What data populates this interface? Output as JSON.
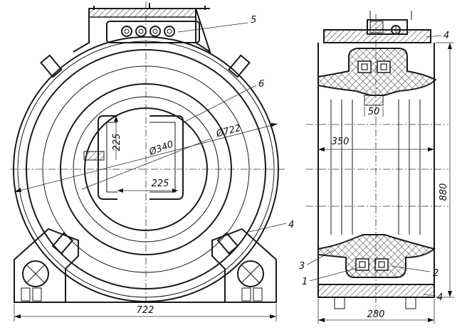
{
  "drawing": {
    "front_view": {
      "callouts": {
        "5": "5",
        "6": "6",
        "4": "4"
      },
      "dimensions": {
        "window_height": "225",
        "window_width": "225",
        "inner_diameter": "Ø340",
        "outer_diameter": "Ø722",
        "overall_width": "722"
      }
    },
    "side_view": {
      "callouts": {
        "4_top": "4",
        "3": "3",
        "2": "2",
        "1": "1",
        "4_bottom": "4"
      },
      "dimensions": {
        "rib": "50",
        "depth": "350",
        "height": "880",
        "width": "280"
      }
    }
  }
}
